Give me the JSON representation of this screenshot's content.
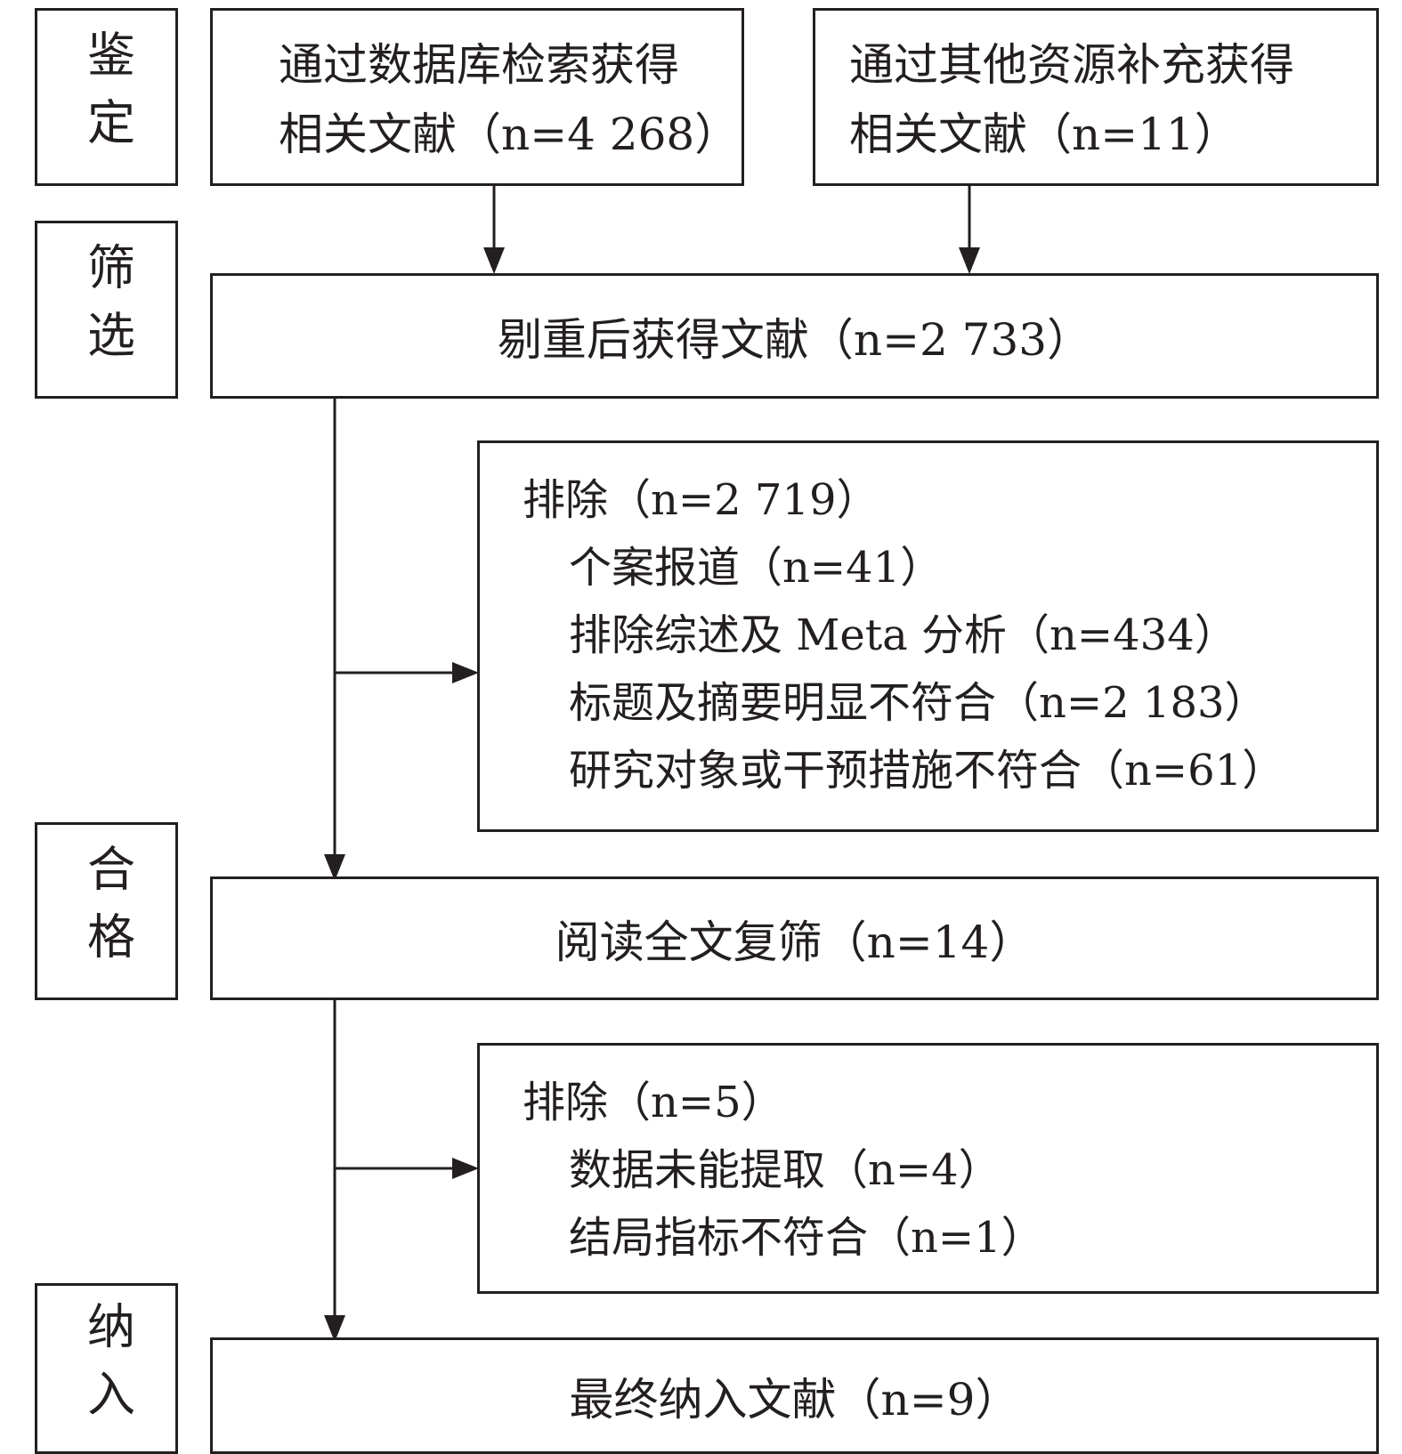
{
  "stages": {
    "identification": "鉴定",
    "screening": "筛选",
    "eligibility": "合格",
    "included": "纳入"
  },
  "boxes": {
    "database": {
      "line1": "通过数据库检索获得",
      "line2": "相关文献（n=4 268）"
    },
    "other": {
      "line1": "通过其他资源补充获得",
      "line2": "相关文献（n=11）"
    },
    "dedup": "剔重后获得文献（n=2 733）",
    "exclude1": {
      "title": "排除（n=2 719）",
      "items": [
        "个案报道（n=41）",
        "排除综述及 Meta 分析（n=434）",
        "标题及摘要明显不符合（n=2 183）",
        "研究对象或干预措施不符合（n=61）"
      ]
    },
    "fulltext": "阅读全文复筛（n=14）",
    "exclude2": {
      "title": "排除（n=5）",
      "items": [
        "数据未能提取（n=4）",
        "结局指标不符合（n=1）"
      ]
    },
    "final": "最终纳入文献（n=9）"
  }
}
